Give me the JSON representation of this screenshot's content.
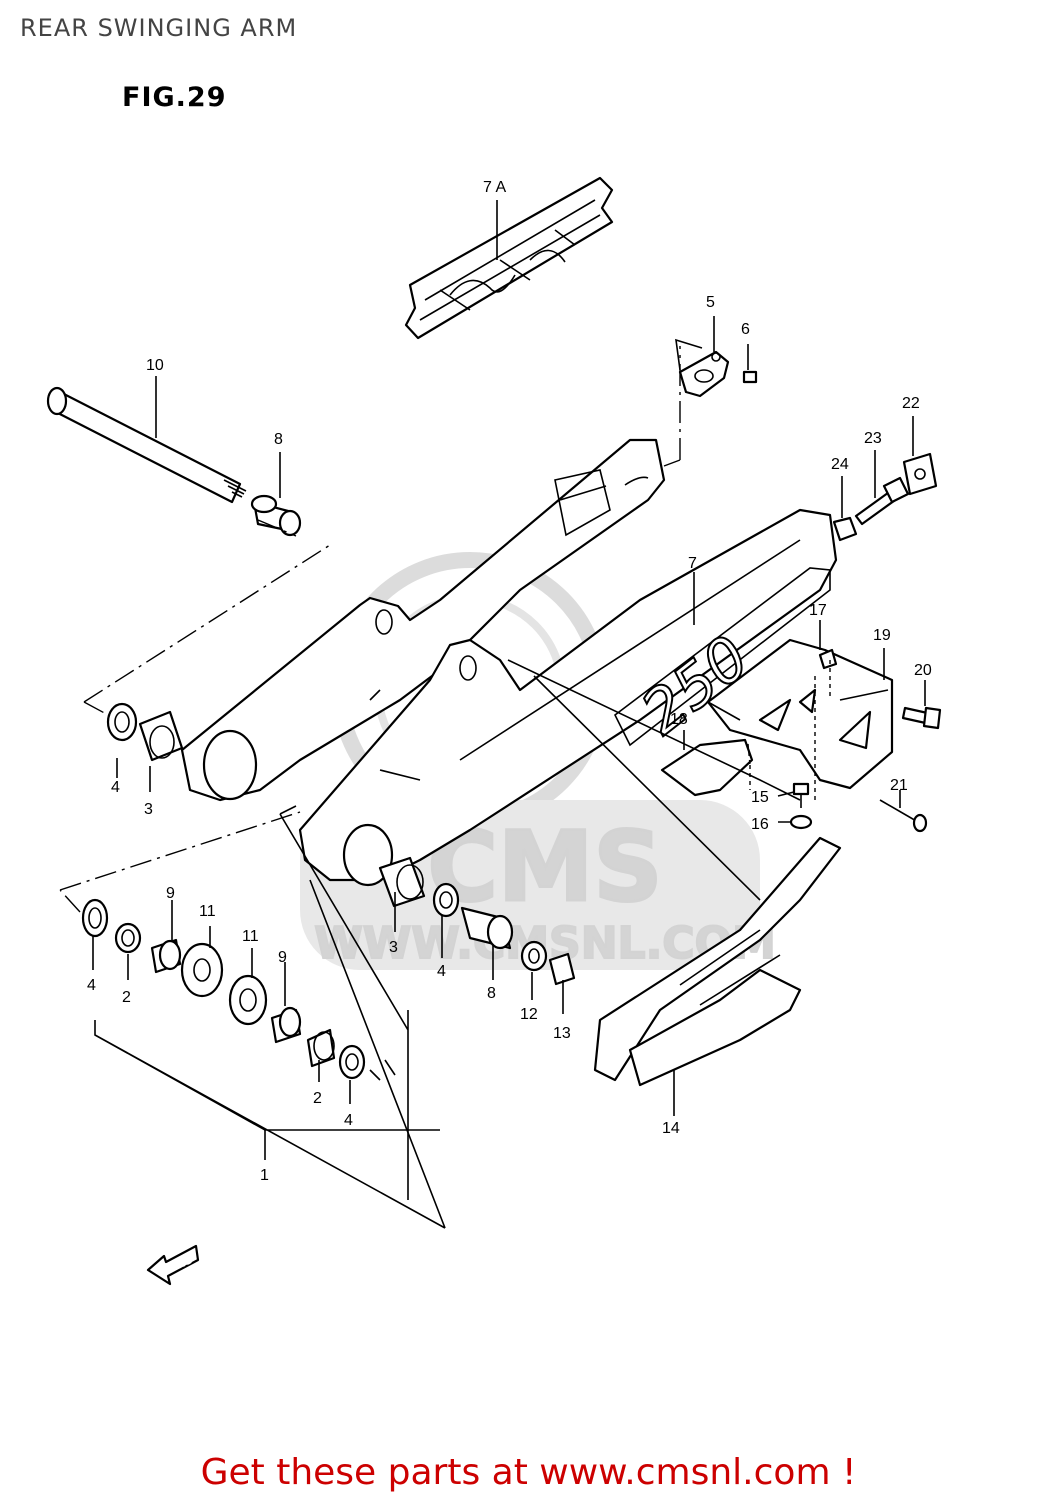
{
  "header": {
    "title": "REAR SWINGING ARM"
  },
  "figure": {
    "label": "FIG.29"
  },
  "decal_text": "250",
  "watermark": {
    "brand": "CMS",
    "site": "WWW.CMSNL.COM"
  },
  "direction_arrow": {
    "label": "FWD"
  },
  "callouts": [
    {
      "id": "c-7a",
      "text": "7 A"
    },
    {
      "id": "c-5",
      "text": "5"
    },
    {
      "id": "c-6",
      "text": "6"
    },
    {
      "id": "c-10",
      "text": "10"
    },
    {
      "id": "c-8a",
      "text": "8"
    },
    {
      "id": "c-22",
      "text": "22"
    },
    {
      "id": "c-23",
      "text": "23"
    },
    {
      "id": "c-24",
      "text": "24"
    },
    {
      "id": "c-7",
      "text": "7"
    },
    {
      "id": "c-17",
      "text": "17"
    },
    {
      "id": "c-19",
      "text": "19"
    },
    {
      "id": "c-20",
      "text": "20"
    },
    {
      "id": "c-18",
      "text": "18"
    },
    {
      "id": "c-4a",
      "text": "4"
    },
    {
      "id": "c-3a",
      "text": "3"
    },
    {
      "id": "c-15",
      "text": "15"
    },
    {
      "id": "c-16",
      "text": "16"
    },
    {
      "id": "c-21",
      "text": "21"
    },
    {
      "id": "c-9a",
      "text": "9"
    },
    {
      "id": "c-11a",
      "text": "11"
    },
    {
      "id": "c-11b",
      "text": "11"
    },
    {
      "id": "c-9b",
      "text": "9"
    },
    {
      "id": "c-3b",
      "text": "3"
    },
    {
      "id": "c-4b",
      "text": "4"
    },
    {
      "id": "c-4c",
      "text": "4"
    },
    {
      "id": "c-2a",
      "text": "2"
    },
    {
      "id": "c-8b",
      "text": "8"
    },
    {
      "id": "c-12",
      "text": "12"
    },
    {
      "id": "c-13",
      "text": "13"
    },
    {
      "id": "c-2b",
      "text": "2"
    },
    {
      "id": "c-4d",
      "text": "4"
    },
    {
      "id": "c-14",
      "text": "14"
    },
    {
      "id": "c-1",
      "text": "1"
    }
  ],
  "footer": {
    "link_text": "Get these parts at www.cmsnl.com !"
  }
}
